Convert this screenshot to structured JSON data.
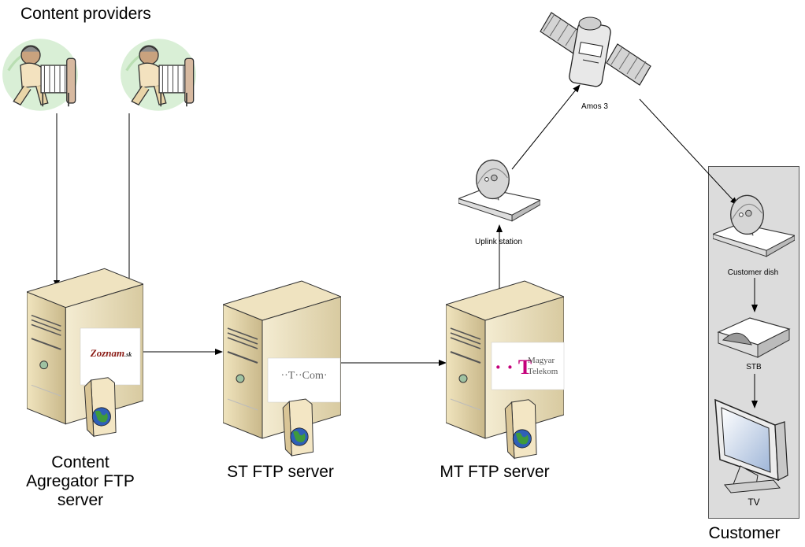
{
  "header": {
    "title": "Content providers"
  },
  "servers": [
    {
      "label": "Content\nAgregator FTP\nserver",
      "logo_text": "Zoznam",
      "logo_suffix": ".sk"
    },
    {
      "label": "ST FTP server",
      "logo_text": "··T··Com·"
    },
    {
      "label": "MT FTP server",
      "logo_line1": "Magyar",
      "logo_line2": "Telekom"
    }
  ],
  "satellite": {
    "label": "Amos 3"
  },
  "uplink": {
    "label": "Uplink station"
  },
  "customer": {
    "title": "Customer",
    "dish_label": "Customer dish",
    "stb_label": "STB",
    "tv_label": "TV"
  },
  "colors": {
    "brand_magenta": "#c4007a",
    "zoznam_red": "#c0392b",
    "panel_bg": "#dcdcdc"
  },
  "icons": [
    "person-with-files-icon",
    "server-tower-icon",
    "folder-globe-icon",
    "satellite-icon",
    "satellite-dish-icon",
    "set-top-box-icon",
    "tv-icon"
  ]
}
